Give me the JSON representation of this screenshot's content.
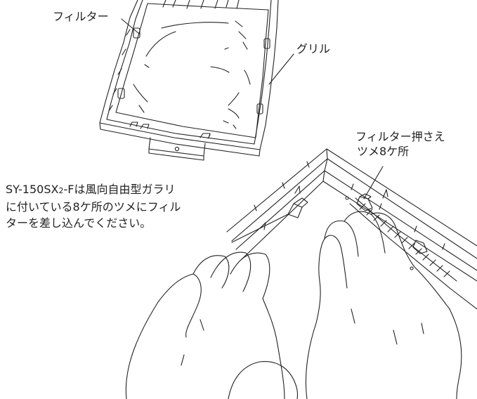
{
  "labels": {
    "filter": "フィルター",
    "grille": "グリル",
    "clip_line1": "フィルター押さえ",
    "clip_line2": "ツメ8ケ所"
  },
  "instruction": {
    "model_prefix": "SY-150SX",
    "model_sub": "2",
    "line1_rest": "-Fは風向自由型ガラリ",
    "line2": "に付いている8ケ所のツメにフィル",
    "line3": "ターを差し込んでください。"
  },
  "colors": {
    "line": "#222222",
    "background": "#ffffff"
  }
}
